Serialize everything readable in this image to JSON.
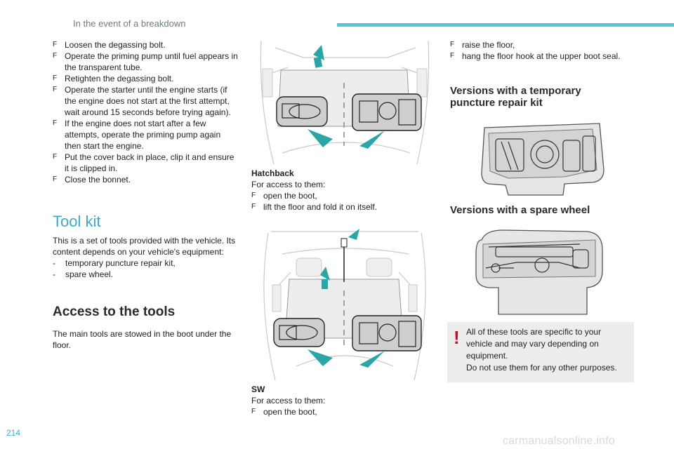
{
  "header": {
    "title": "In the event of a breakdown",
    "accent_color": "#5cc3dc"
  },
  "page_number": "214",
  "watermark": "carmanualsonline.info",
  "steps_intro": [
    "Loosen the degassing bolt.",
    "Operate the priming pump until fuel appears in the transparent tube.",
    "Retighten the degassing bolt.",
    "Operate the starter until the engine starts (if the engine does not start at the first attempt, wait around 15 seconds before trying again).",
    "If the engine does not start after a few attempts, operate the priming pump again then start the engine.",
    "Put the cover back in place, clip it and ensure it is clipped in.",
    "Close the bonnet."
  ],
  "bullet_glyph": "F",
  "toolkit": {
    "heading": "Tool kit",
    "text": "This is a set of tools provided with the vehicle. Its content depends on your vehicle's equipment:",
    "dash": "-",
    "items": [
      "temporary puncture repair kit,",
      "spare wheel."
    ]
  },
  "access": {
    "heading": "Access to the tools",
    "text": "The main tools are stowed in the boot under the floor."
  },
  "hatchback": {
    "label": "Hatchback",
    "intro": "For access to them:",
    "steps": [
      "open the boot,",
      "lift the floor and fold it on itself."
    ]
  },
  "sw": {
    "label": "SW",
    "intro": "For access to them:",
    "steps": [
      "open the boot,"
    ]
  },
  "col3_steps": [
    "raise the floor,",
    "hang the floor hook at the upper boot seal."
  ],
  "repair_kit": {
    "heading_line1": "Versions with a temporary",
    "heading_line2": "puncture repair kit"
  },
  "spare_wheel": {
    "heading": "Versions with a spare wheel"
  },
  "warning": {
    "icon": "!",
    "text1": "All of these tools are specific to your vehicle and may vary depending on equipment.",
    "text2": "Do not use them for any other purposes."
  },
  "colors": {
    "heading_blue": "#3fa9cf",
    "arrow_teal": "#2aa6a6",
    "warning_red": "#e3001b",
    "box_gray": "#ededed"
  }
}
